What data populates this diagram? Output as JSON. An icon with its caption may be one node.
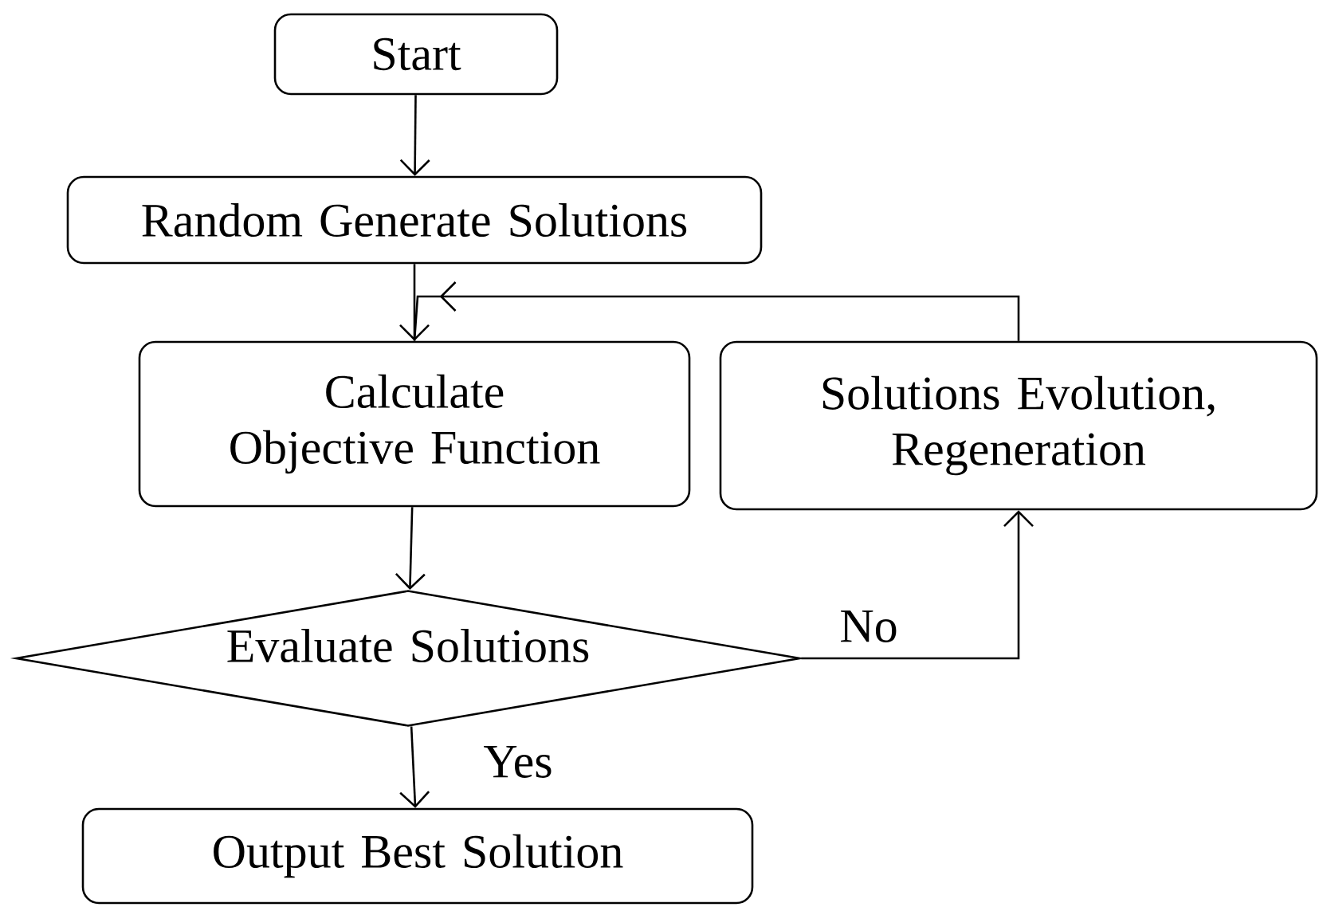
{
  "diagram": {
    "nodes": [
      {
        "text": [
          "Start"
        ]
      },
      {
        "text": [
          "Random Generate Solutions"
        ]
      },
      {
        "text": [
          "Calculate Objective Function"
        ]
      },
      {
        "text": [
          "Solutions Evolution, Regeneration"
        ]
      },
      {
        "text": [
          "Evaluate Solutions"
        ]
      },
      {
        "text": [
          "Output Best Solution"
        ]
      }
    ],
    "edges": [
      {
        "from": 0,
        "to": 1,
        "arrow": "to"
      },
      {
        "from": 1,
        "to": 2,
        "arrow": "to"
      },
      {
        "from": 3,
        "to": 2,
        "arrow": "to"
      },
      {
        "from": 2,
        "to": 4,
        "arrow": "to"
      },
      {
        "from": 4,
        "to": 3,
        "arrow": "to",
        "label": "No"
      },
      {
        "from": 4,
        "to": 5,
        "arrow": "to",
        "label": "Yes"
      }
    ]
  }
}
